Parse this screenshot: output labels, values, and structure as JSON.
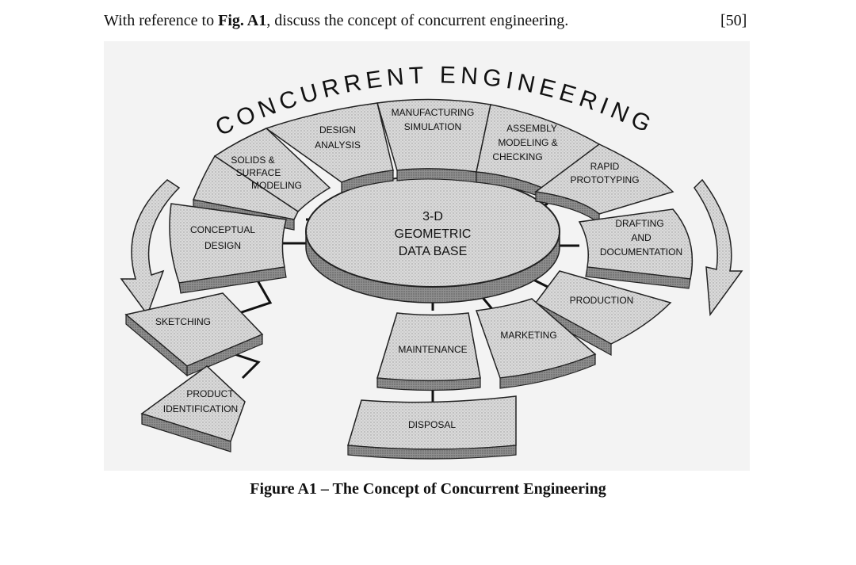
{
  "question": {
    "prefix": "With reference to ",
    "figref": "Fig. A1",
    "suffix": ", discuss the concept of concurrent engineering.",
    "marks": "[50]"
  },
  "figure": {
    "arc_title": "CONCURRENT ENGINEERING",
    "center": [
      "3-D",
      "GEOMETRIC",
      "DATA BASE"
    ],
    "segments": {
      "manufacturing": [
        "MANUFACTURING",
        "SIMULATION"
      ],
      "assembly": [
        "ASSEMBLY",
        "MODELING &",
        "CHECKING"
      ],
      "rapid": [
        "RAPID",
        "PROTOTYPING"
      ],
      "drafting": [
        "DRAFTING",
        "AND",
        "DOCUMENTATION"
      ],
      "production": [
        "PRODUCTION"
      ],
      "marketing": [
        "MARKETING"
      ],
      "maintenance": [
        "MAINTENANCE"
      ],
      "disposal": [
        "DISPOSAL"
      ],
      "design_analysis": [
        "DESIGN",
        "ANALYSIS"
      ],
      "solids": [
        "SOLIDS &",
        "SURFACE",
        "MODELING"
      ],
      "conceptual": [
        "CONCEPTUAL",
        "DESIGN"
      ],
      "sketching": [
        "SKETCHING"
      ],
      "product_id": [
        "PRODUCT",
        "IDENTIFICATION"
      ]
    }
  },
  "caption": "Figure A1 – The Concept of Concurrent Engineering"
}
